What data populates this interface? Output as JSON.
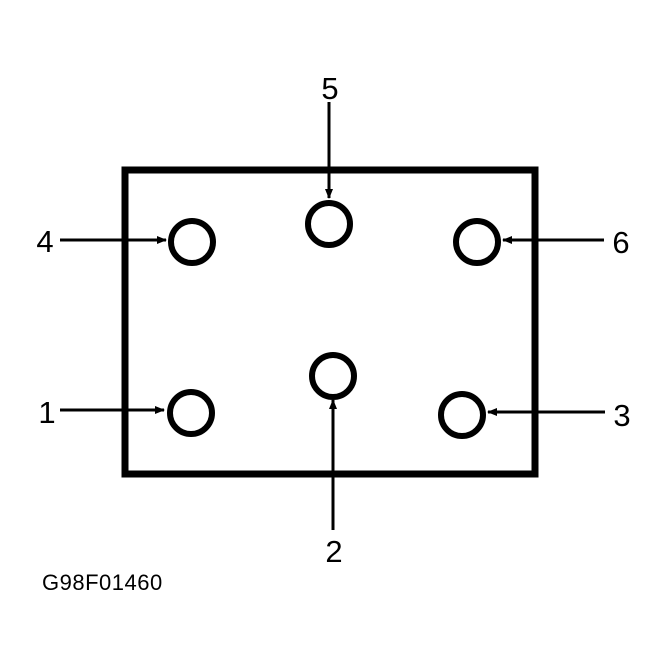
{
  "colors": {
    "ink": "#000000",
    "background": "#ffffff"
  },
  "diagram": {
    "callouts": [
      "1",
      "2",
      "3",
      "4",
      "5",
      "6"
    ]
  },
  "figure_id": "G98F01460"
}
